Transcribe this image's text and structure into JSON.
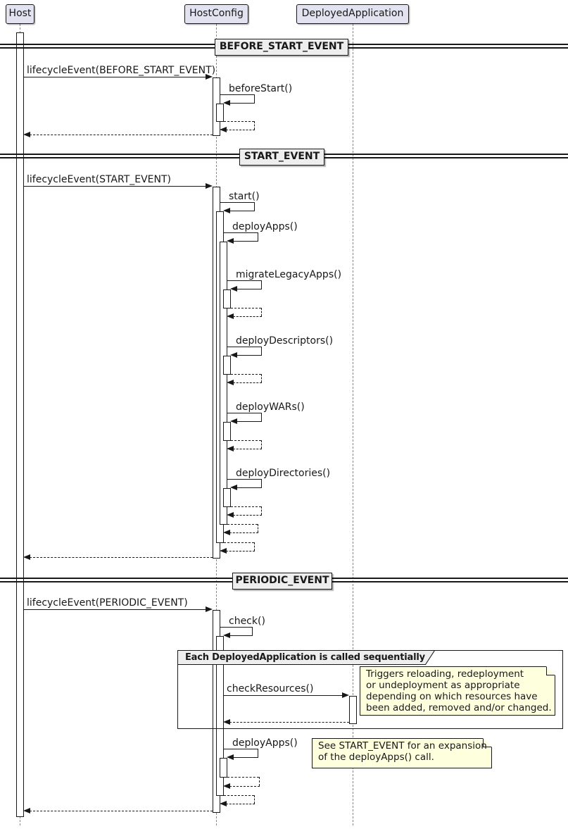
{
  "participants": [
    {
      "name": "Host"
    },
    {
      "name": "HostConfig"
    },
    {
      "name": "DeployedApplication"
    }
  ],
  "dividers": [
    {
      "label": "BEFORE_START_EVENT"
    },
    {
      "label": "START_EVENT"
    },
    {
      "label": "PERIODIC_EVENT"
    }
  ],
  "messages": {
    "lifecycle_before_start": "lifecycleEvent(BEFORE_START_EVENT)",
    "before_start": "beforeStart()",
    "lifecycle_start": "lifecycleEvent(START_EVENT)",
    "start": "start()",
    "deploy_apps": "deployApps()",
    "migrate_legacy_apps": "migrateLegacyApps()",
    "deploy_descriptors": "deployDescriptors()",
    "deploy_wars": "deployWARs()",
    "deploy_directories": "deployDirectories()",
    "lifecycle_periodic": "lifecycleEvent(PERIODIC_EVENT)",
    "check": "check()",
    "check_resources": "checkResources()",
    "deploy_apps_periodic": "deployApps()"
  },
  "group": {
    "label": "Each DeployedApplication is called sequentially"
  },
  "notes": [
    {
      "lines": [
        "Triggers reloading, redeployment",
        "or undeployment as appropriate",
        "depending on which resources have",
        "been added, removed and/or changed."
      ]
    },
    {
      "lines": [
        "See START_EVENT for an expansion",
        "of the deployApps() call."
      ]
    }
  ],
  "colors": {
    "participant_fill": "#E2E2F0",
    "divider_fill": "#EEEEEE",
    "note_fill": "#FEFFDD",
    "line": "#181818",
    "lifeline": "#888888"
  }
}
